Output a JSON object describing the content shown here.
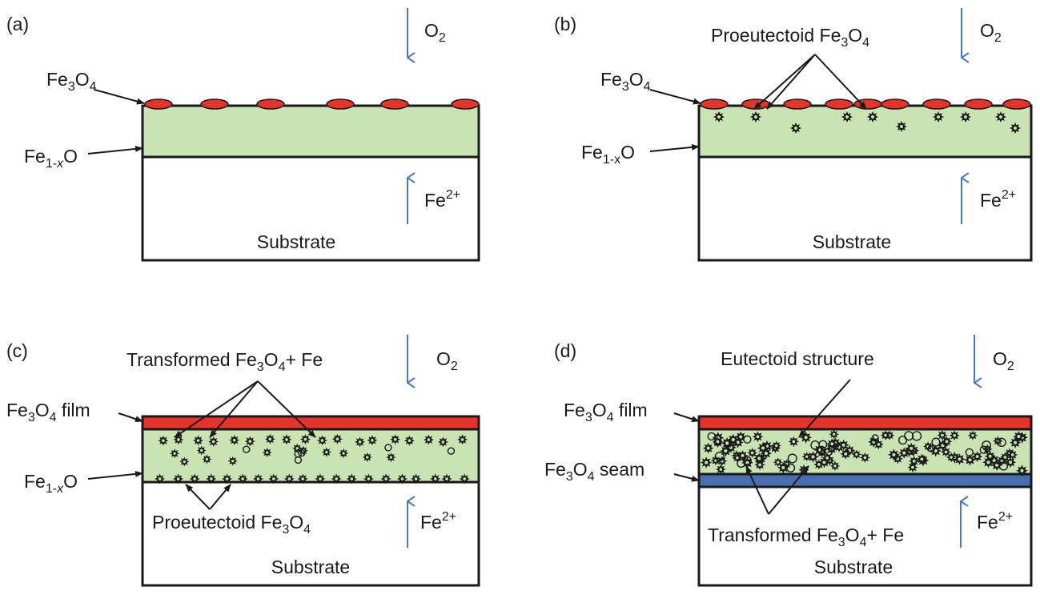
{
  "colors": {
    "oxide": "#c9e3b3",
    "fe3o4_red": "#e8332b",
    "seam_blue": "#4a6fb0",
    "arrow_blue": "#4a7ab5",
    "outline": "#1a1a1a"
  },
  "panels": [
    {
      "id": "a",
      "label": "(a)",
      "o2": {
        "base": "O",
        "sub": "2"
      },
      "fe2": {
        "base": "Fe",
        "sup": "2+"
      },
      "substrate": "Substrate",
      "fe3o4": {
        "a": "Fe",
        "s1": "3",
        "b": "O",
        "s2": "4"
      },
      "fe1xo": {
        "a": "Fe",
        "s1": "1-",
        "s1i": "x",
        "b": "O"
      }
    },
    {
      "id": "b",
      "label": "(b)",
      "o2": {
        "base": "O",
        "sub": "2"
      },
      "fe2": {
        "base": "Fe",
        "sup": "2+"
      },
      "substrate": "Substrate",
      "fe3o4": {
        "a": "Fe",
        "s1": "3",
        "b": "O",
        "s2": "4"
      },
      "fe1xo": {
        "a": "Fe",
        "s1": "1-x",
        "b": "O"
      },
      "proeutectoid": {
        "a": "Proeutectoid  Fe",
        "s1": "3",
        "b": "O",
        "s2": "4"
      }
    },
    {
      "id": "c",
      "label": "(c)",
      "o2": {
        "base": "O",
        "sub": "2"
      },
      "fe2": {
        "base": "Fe",
        "sup": "2+"
      },
      "substrate": "Substrate",
      "fe3o4_film": {
        "a": "Fe",
        "s1": "3",
        "b": "O",
        "s2": "4",
        "c": " film"
      },
      "fe1xo": {
        "a": "Fe",
        "s1": "1-",
        "s1i": "x",
        "b": "O"
      },
      "transformed": {
        "a": "Transformed  Fe",
        "s1": "3",
        "b": "O",
        "s2": "4",
        "c": "+ Fe"
      },
      "proeutectoid": {
        "a": "Proeutectoid  Fe",
        "s1": "3",
        "b": "O",
        "s2": "4"
      }
    },
    {
      "id": "d",
      "label": "(d)",
      "o2": {
        "base": "O",
        "sub": "2"
      },
      "fe2": {
        "base": "Fe",
        "sup": "2+"
      },
      "substrate": "Substrate",
      "fe3o4_film": {
        "a": "Fe",
        "s1": "3",
        "b": "O",
        "s2": "4",
        "c": " film"
      },
      "fe3o4_seam": {
        "a": "Fe",
        "s1": "3",
        "b": "O",
        "s2": "4",
        "c": " seam"
      },
      "eutectoid": "Eutectoid  structure",
      "transformed": {
        "a": "Transformed Fe",
        "s1": "3",
        "b": "O",
        "s2": "4",
        "c": "+ Fe"
      }
    }
  ]
}
